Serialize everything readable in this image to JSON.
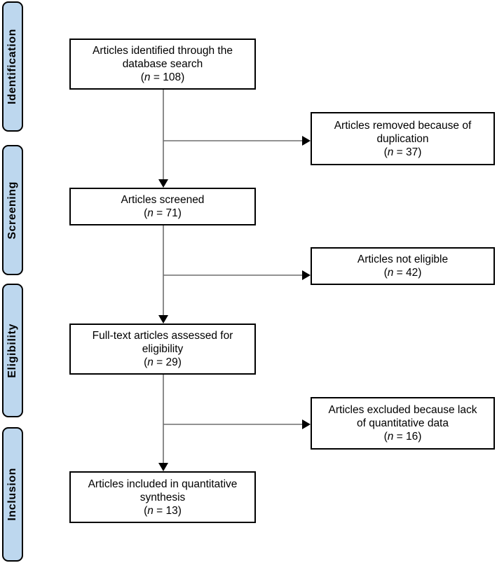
{
  "colors": {
    "stage-fill": "#bdd7ee",
    "box-border": "#000000",
    "arrow-line": "#6e6e6e",
    "arrow-head": "#000000"
  },
  "sidebar": {
    "labels": [
      "Identification",
      "Screening",
      "Eligibility",
      "Inclusion"
    ]
  },
  "flow": {
    "main": [
      {
        "line1": "Articles identified through the",
        "line2": "database search",
        "np": "(",
        "nv": "n",
        "nr": " = 108)"
      },
      {
        "line1": "Articles screened",
        "np": "(",
        "nv": "n",
        "nr": " = 71)"
      },
      {
        "line1": "Full-text articles assessed for",
        "line2": "eligibility",
        "np": "(",
        "nv": "n",
        "nr": " = 29)"
      },
      {
        "line1": "Articles included in quantitative",
        "line2": "synthesis",
        "np": "(",
        "nv": "n",
        "nr": " = 13)"
      }
    ],
    "side": [
      {
        "line1": "Articles removed because of",
        "line2": "duplication",
        "np": "(",
        "nv": "n",
        "nr": " = 37)"
      },
      {
        "line1": "Articles not eligible",
        "np": "(",
        "nv": "n",
        "nr": " = 42)"
      },
      {
        "line1": "Articles excluded because lack",
        "line2": "of quantitative data",
        "np": "(",
        "nv": "n",
        "nr": " = 16)"
      }
    ]
  }
}
